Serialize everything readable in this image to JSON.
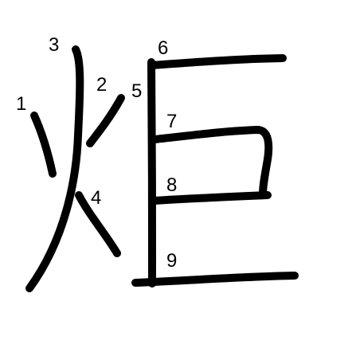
{
  "character": "炬",
  "stroke_numbers": [
    "1",
    "2",
    "3",
    "4",
    "5",
    "6",
    "7",
    "8",
    "9"
  ],
  "colors": {
    "stroke": "#000000",
    "background": "#ffffff"
  }
}
